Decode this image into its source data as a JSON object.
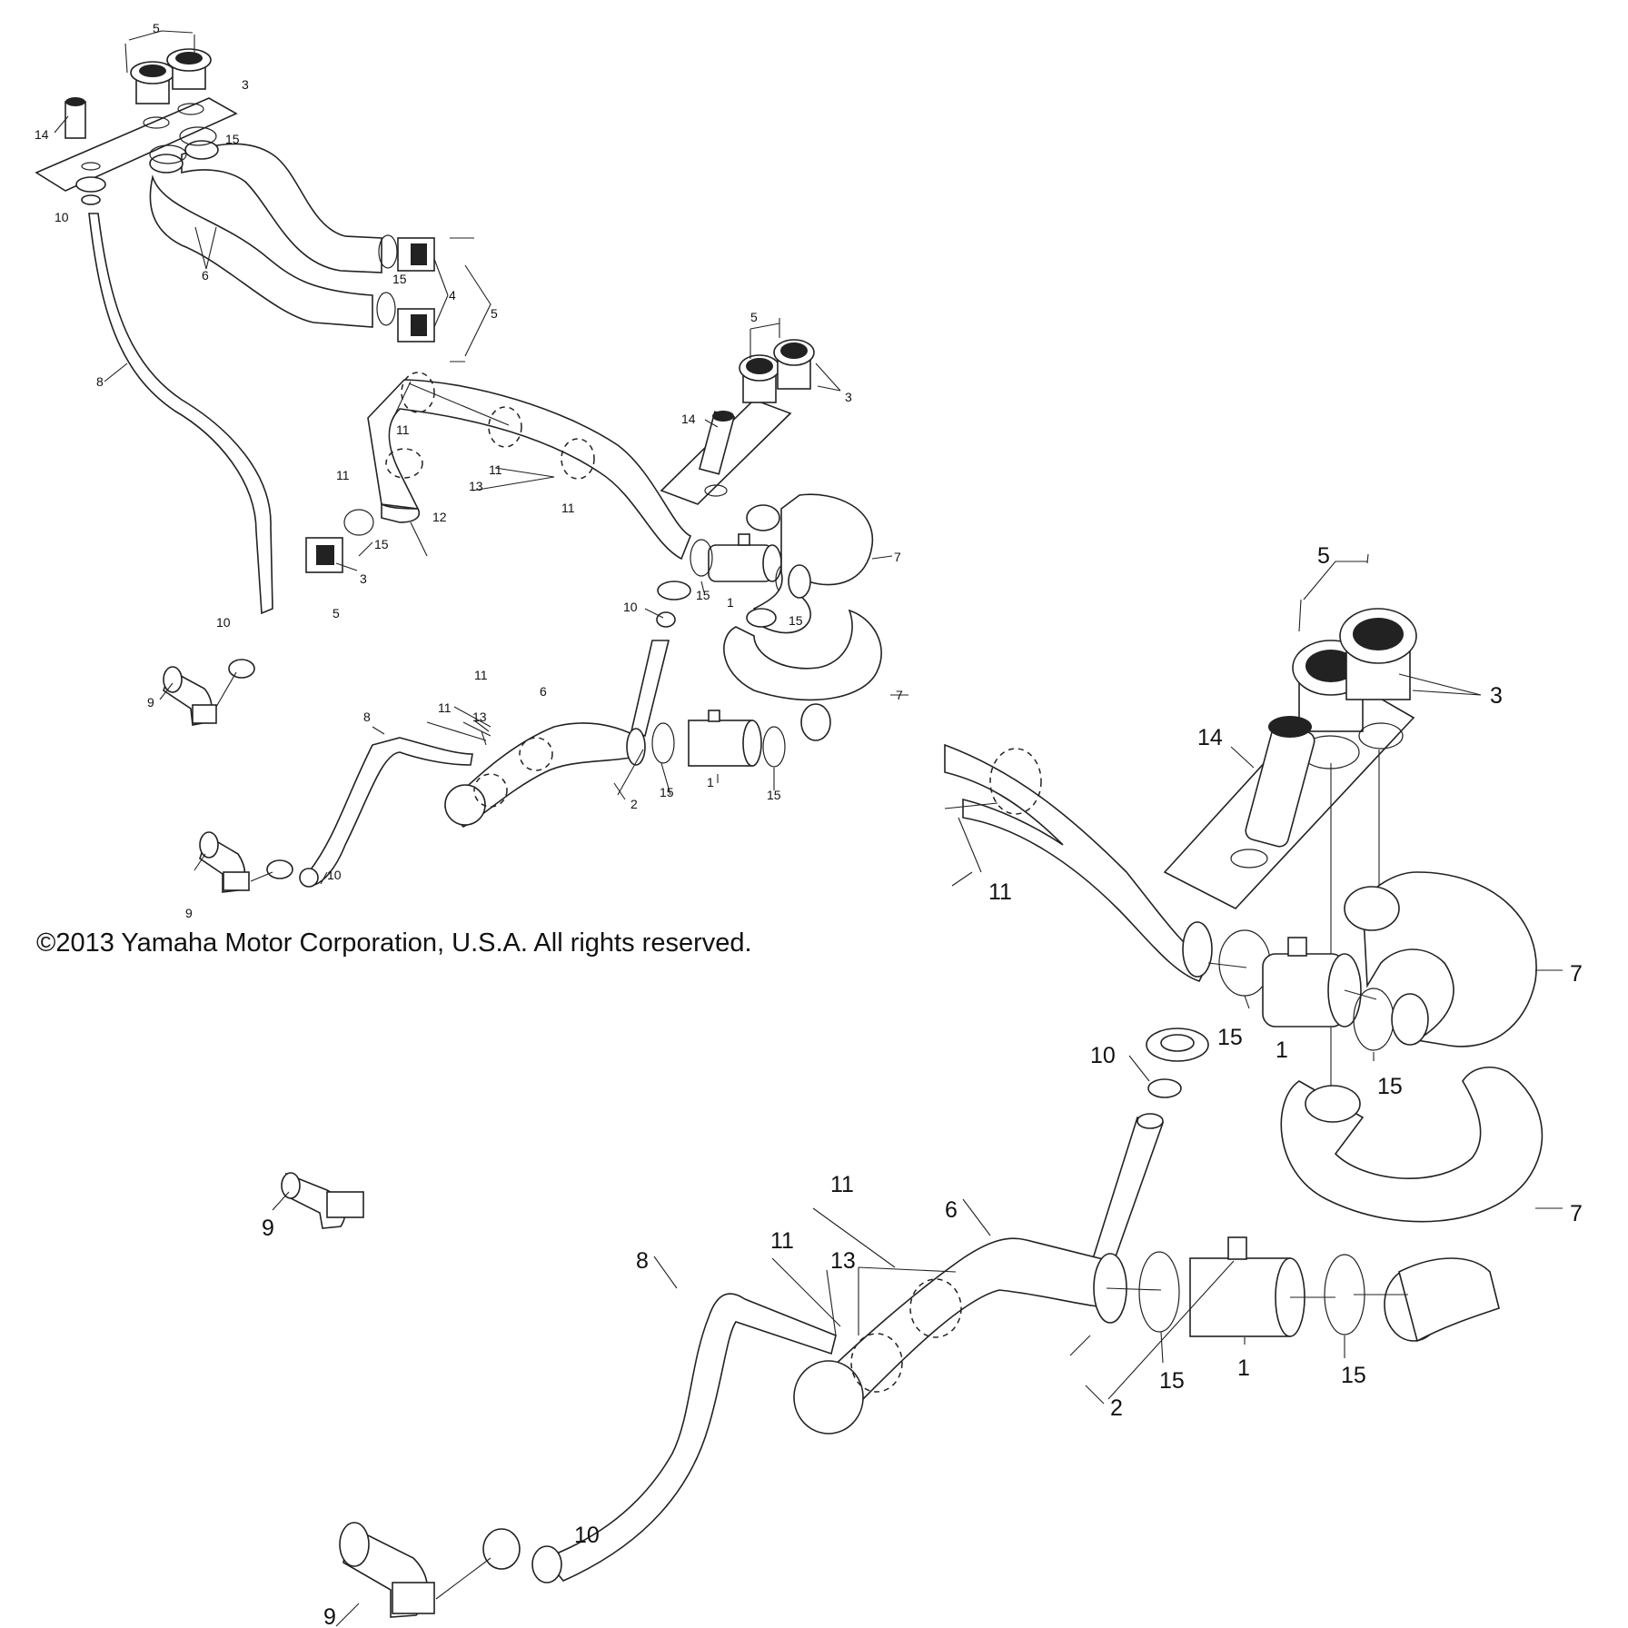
{
  "copyright": "©2013 Yamaha Motor Corporation, U.S.A. All rights reserved.",
  "callouts": {
    "one": "1",
    "two": "2",
    "three": "3",
    "four": "4",
    "five": "5",
    "six": "6",
    "seven": "7",
    "eight": "8",
    "nine": "9",
    "ten": "10",
    "eleven": "11",
    "twelve": "12",
    "thirteen": "13",
    "fourteen": "14",
    "fifteen": "15"
  }
}
